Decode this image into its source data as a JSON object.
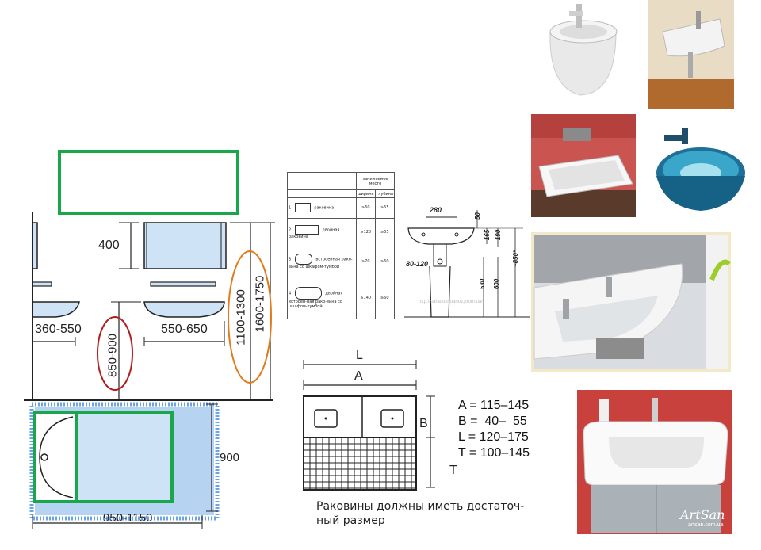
{
  "left_diagram": {
    "dim_400": "400",
    "dim_360_550": "360-550",
    "dim_550_650": "550-650",
    "dim_850_900": "850-900",
    "dim_1100_1300": "1100-1300",
    "dim_1600_1750": "1600-1750",
    "dim_900": "900",
    "dim_950_1150": "950-1150"
  },
  "table": {
    "header_occupied": "занимаемое место",
    "header_width": "ширина",
    "header_depth": "глубина",
    "rows": [
      {
        "num": "1",
        "name": "раковина",
        "width": "≥60",
        "depth": "≥55"
      },
      {
        "num": "2",
        "name": "двойная раковина",
        "width": "≥120",
        "depth": "≥55"
      },
      {
        "num": "3",
        "name": "встроенная рако-вина со шкафом-тумбой",
        "width": "≥70",
        "depth": "≥60"
      },
      {
        "num": "4",
        "name": "двойная встроен-ная рако-вина со шкафом-тумбой",
        "width": "≥140",
        "depth": "≥60"
      }
    ]
  },
  "pedestal": {
    "d280": "280",
    "d50": "50",
    "d165": "165",
    "d190": "190",
    "d80_120": "80-120",
    "d530": "530",
    "d600": "600",
    "d850": "~850*",
    "watermark": "http://saha-oshuanov.prom.ua/"
  },
  "double_sink": {
    "L": "L",
    "A": "A",
    "B": "B",
    "T": "T",
    "formula_A": "A = 115–145",
    "formula_B": "B =  40–  55",
    "formula_L": "L = 120–175",
    "formula_T": "T = 100–145",
    "caption_line1": "Раковины должны иметь достаточ-",
    "caption_line2": "ный размер"
  },
  "photo_watermark": {
    "brand": "ArtSan",
    "site": "artsan.com.ua"
  },
  "colors": {
    "green": "#1aa64a",
    "orange": "#e07b1a",
    "red": "#b01c1c",
    "fixture_fill": "#cfe3f7",
    "tile_red": "#c95450",
    "teal": "#2a8aa8"
  }
}
